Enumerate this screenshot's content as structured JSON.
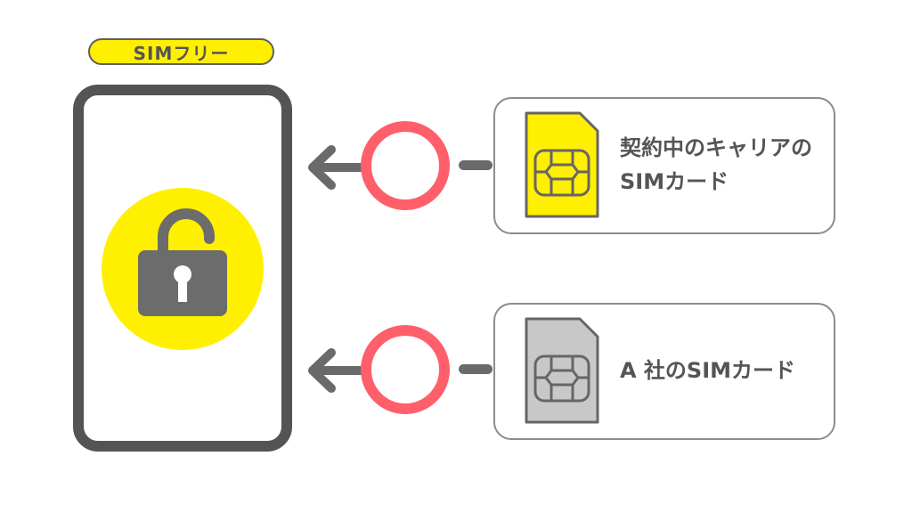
{
  "badge": {
    "label": "SIMフリー",
    "color": "#ffef00"
  },
  "phone": {
    "icon": "unlocked-padlock-icon"
  },
  "rows": [
    {
      "card_label": "契約中のキャリアの\nSIMカード",
      "sim_color": "#ffef00",
      "status": "compatible-circle-icon"
    },
    {
      "card_label": "A 社のSIMカード",
      "sim_color": "#c8c8c8",
      "status": "compatible-circle-icon"
    }
  ],
  "colors": {
    "ring": "#ff5f6a",
    "frame": "#545454",
    "highlight": "#ffef00"
  }
}
